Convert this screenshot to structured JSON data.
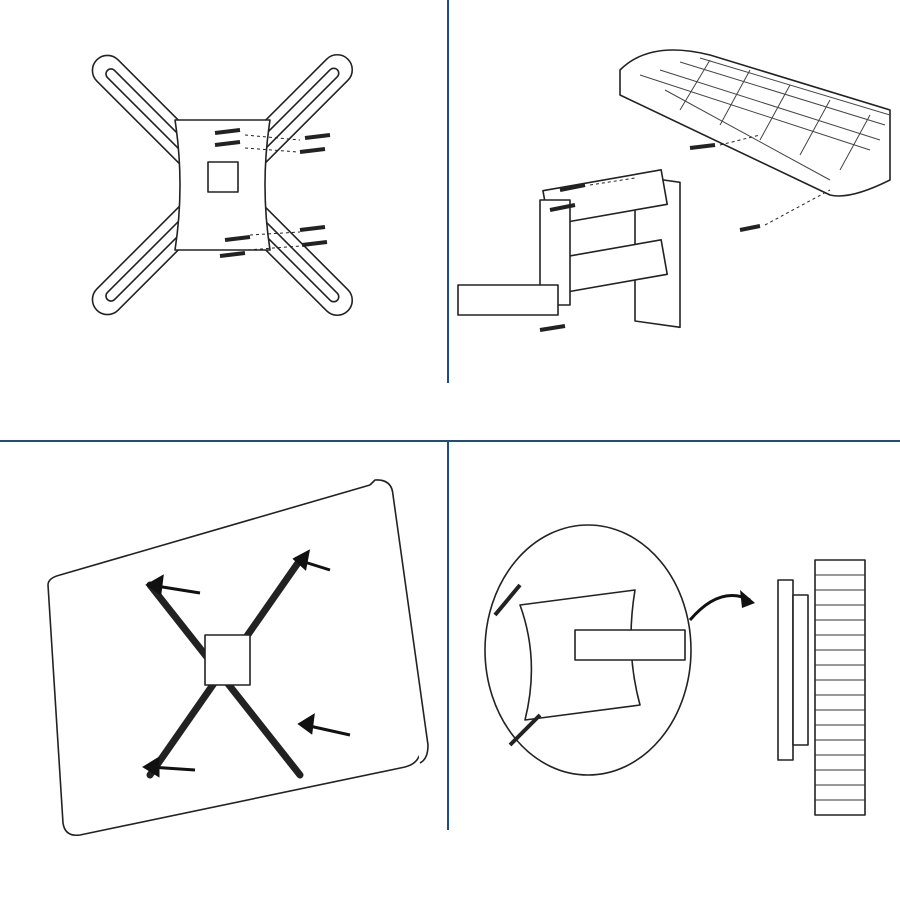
{
  "colors": {
    "divider": "#1f4e79",
    "line_art": "#222222"
  },
  "panels": [
    {
      "name": "mount-bracket-arms-with-screws"
    },
    {
      "name": "wall-plate-attach-to-wall"
    },
    {
      "name": "bracket-attach-to-tv-back"
    },
    {
      "name": "hang-tv-on-wall-arm"
    }
  ]
}
